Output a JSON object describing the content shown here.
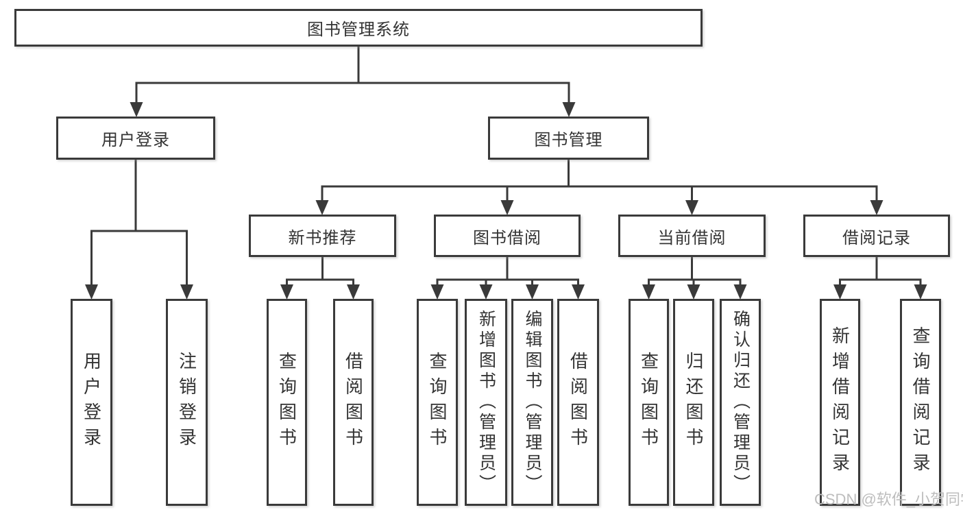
{
  "colors": {
    "line": "#3a3a3a",
    "text": "#333333",
    "background": "#ffffff",
    "watermark": "#bdbdbd"
  },
  "watermark": "CSDN @软件_小贺同学",
  "tree": {
    "label": "图书管理系统",
    "children": [
      {
        "label": "用户登录",
        "children": [
          {
            "label": "用户登录"
          },
          {
            "label": "注销登录"
          }
        ]
      },
      {
        "label": "图书管理",
        "children": [
          {
            "label": "新书推荐",
            "children": [
              {
                "label": "查询图书"
              },
              {
                "label": "借阅图书"
              }
            ]
          },
          {
            "label": "图书借阅",
            "children": [
              {
                "label": "查询图书"
              },
              {
                "label": "新增图书（管理员）"
              },
              {
                "label": "编辑图书（管理员）"
              },
              {
                "label": "借阅图书"
              }
            ]
          },
          {
            "label": "当前借阅",
            "children": [
              {
                "label": "查询图书"
              },
              {
                "label": "归还图书"
              },
              {
                "label": "确认归还（管理员）"
              }
            ]
          },
          {
            "label": "借阅记录",
            "children": [
              {
                "label": "新增借阅记录"
              },
              {
                "label": "查询借阅记录"
              }
            ]
          }
        ]
      }
    ]
  }
}
